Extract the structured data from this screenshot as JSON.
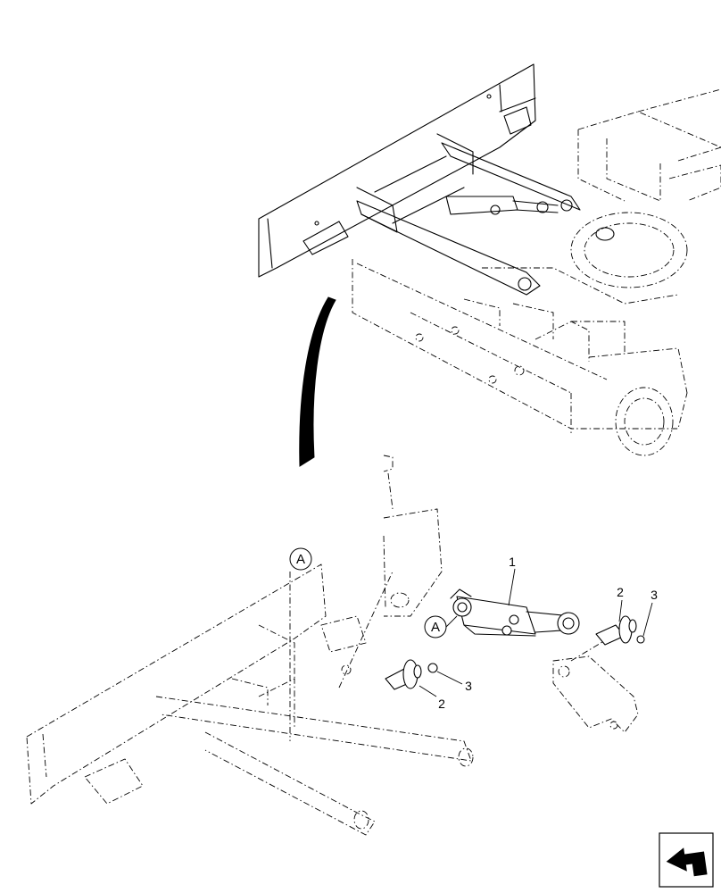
{
  "callouts": {
    "c1": "1",
    "c2a": "2",
    "c3a": "3",
    "c2b": "2",
    "c3b": "3"
  },
  "detail_refs": {
    "a1": "A",
    "a2": "A"
  },
  "icons": {
    "nav": "next-page-arrow-icon"
  }
}
